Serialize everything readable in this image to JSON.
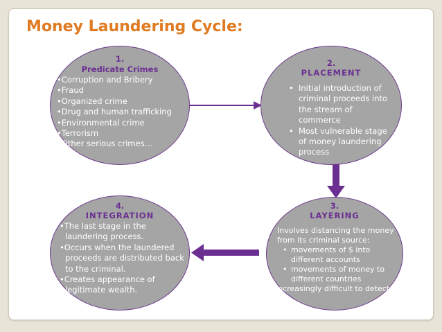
{
  "title": "Money Laundering Cycle:",
  "colors": {
    "title": "#e07b22",
    "heading": "#6b2f91",
    "ellipse": "#a5a5a5",
    "arrow": "#6b2f91",
    "text": "#ffffff"
  },
  "stages": {
    "predicate": {
      "number": "1.",
      "name": "Predicate Crimes",
      "items": [
        "•Corruption and Bribery",
        "•Fraud",
        "•Organized crime",
        "•Drug and human trafficking",
        "•Environmental crime",
        "•Terrorism",
        "•Other serious crimes…"
      ]
    },
    "placement": {
      "number": "2.",
      "name": "PLACEMENT",
      "items": [
        "Initial introduction of criminal proceeds into the stream of commerce",
        "Most vulnerable stage of money laundering process"
      ]
    },
    "layering": {
      "number": "3.",
      "name": "LAYERING",
      "items": [
        "Involves distancing the money from its criminal source:",
        "movements of $ into different accounts",
        "movements of money to different countries",
        "Increasingly difficult to detect"
      ]
    },
    "integration": {
      "number": "4.",
      "name": "INTEGRATION",
      "items": [
        "•The last stage in the laundering process.",
        "•Occurs when the laundered proceeds are distributed back to the criminal.",
        "•Creates appearance of legitimate wealth."
      ]
    }
  }
}
